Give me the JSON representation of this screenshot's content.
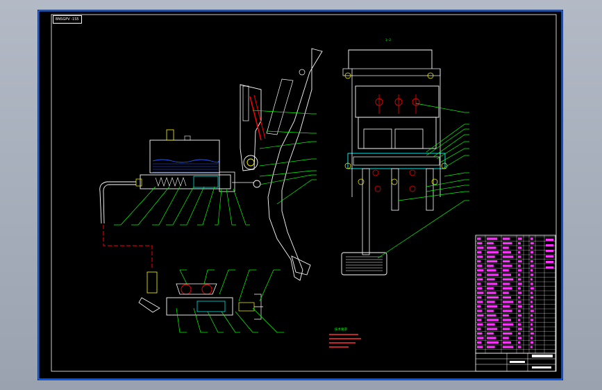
{
  "viewport": {
    "drawing_tag": "BNSGPV -1S5",
    "dimension_mark": "1--2"
  },
  "title_block": {
    "drawing_name": "",
    "drawing_number": "",
    "scale": ""
  },
  "notes": {
    "heading": "技术要求",
    "lines": [
      "1.",
      "2.",
      "3.",
      "4."
    ]
  },
  "colors": {
    "canvas": "#000000",
    "frame": "#ffffff",
    "outline": "#ffffff",
    "leader": "#00ff00",
    "hatch": "#00ffff",
    "fluid": "#1e5bff",
    "center": "#ff0000",
    "bolt": "#ffff00",
    "parts_list": "#ff33ff"
  }
}
